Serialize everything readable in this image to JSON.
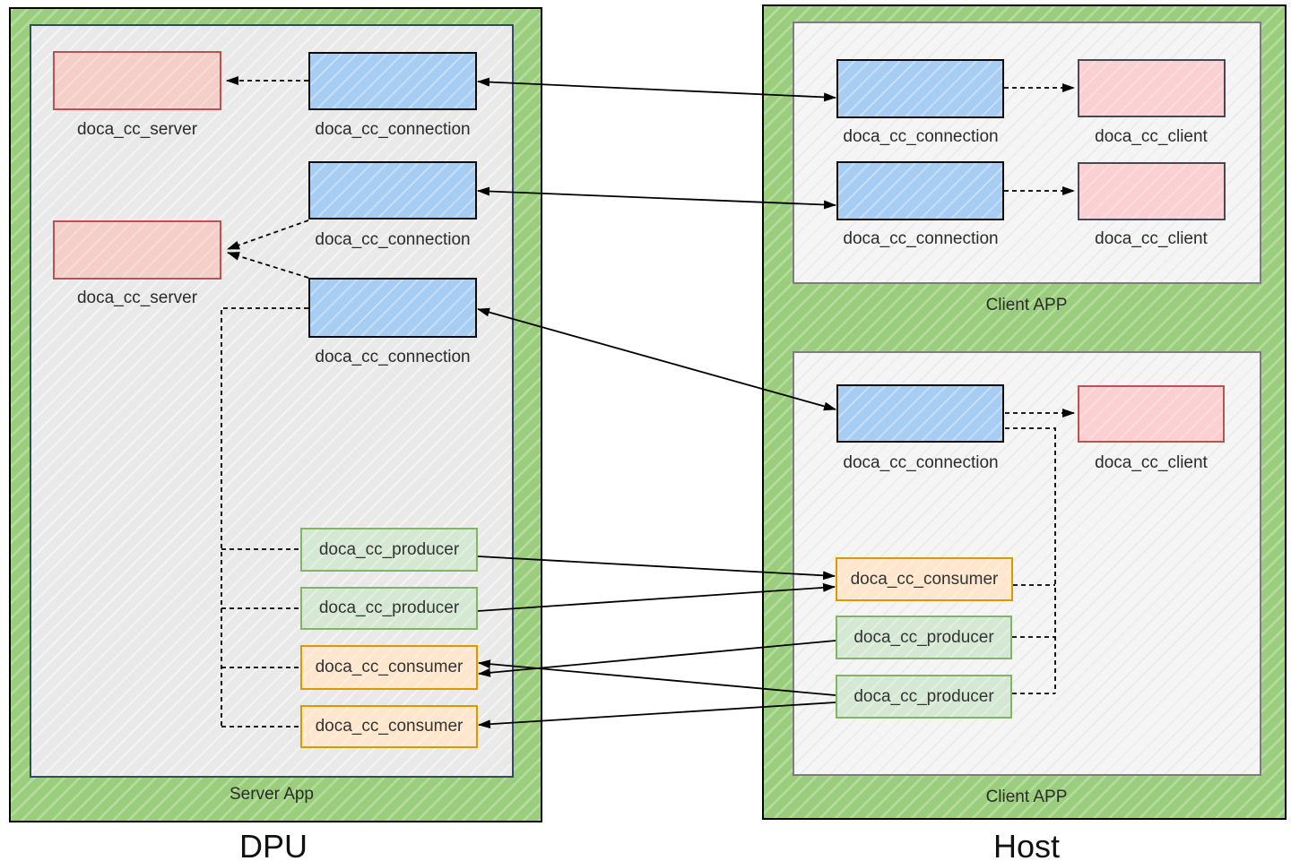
{
  "dpu": {
    "title": "DPU",
    "server_app": {
      "label": "Server App",
      "servers": [
        "doca_cc_server",
        "doca_cc_server"
      ],
      "connections": [
        "doca_cc_connection",
        "doca_cc_connection",
        "doca_cc_connection"
      ],
      "producers": [
        "doca_cc_producer",
        "doca_cc_producer"
      ],
      "consumers": [
        "doca_cc_consumer",
        "doca_cc_consumer"
      ]
    }
  },
  "host": {
    "title": "Host",
    "client_apps": [
      {
        "label": "Client APP",
        "connections": [
          "doca_cc_connection",
          "doca_cc_connection"
        ],
        "clients": [
          "doca_cc_client",
          "doca_cc_client"
        ]
      },
      {
        "label": "Client APP",
        "connections": [
          "doca_cc_connection"
        ],
        "clients": [
          "doca_cc_client"
        ],
        "consumers": [
          "doca_cc_consumer"
        ],
        "producers": [
          "doca_cc_producer",
          "doca_cc_producer"
        ]
      }
    ]
  },
  "colors": {
    "container_green": "#9bce7c",
    "server_app_gray": "#e9e9e9",
    "client_app_white": "#f5f5f5",
    "connection_blue": "#a7cdf2",
    "server_red_fill": "#f5cdc9",
    "server_red_border": "#b85450",
    "client_pink_fill": "#fbd0d2",
    "producer_green_fill": "#d5e8d4",
    "producer_green_border": "#82b366",
    "consumer_orange_fill": "#ffe6cc",
    "consumer_orange_border": "#d79b00"
  },
  "edges": [
    {
      "from": "dpu.connection.0",
      "to": "dpu.server.0",
      "style": "dashed-arrow"
    },
    {
      "from": "dpu.connection.1",
      "to": "dpu.server.1",
      "style": "dashed-arrow"
    },
    {
      "from": "dpu.connection.2",
      "to": "dpu.server.1",
      "style": "dashed-arrow"
    },
    {
      "from": "dpu.connection.2",
      "to": "dpu.producer.0",
      "style": "dashed-tree"
    },
    {
      "from": "dpu.connection.2",
      "to": "dpu.producer.1",
      "style": "dashed-tree"
    },
    {
      "from": "dpu.connection.2",
      "to": "dpu.consumer.0",
      "style": "dashed-tree"
    },
    {
      "from": "dpu.connection.2",
      "to": "dpu.consumer.1",
      "style": "dashed-tree"
    },
    {
      "from": "dpu.connection.0",
      "to": "host.app0.connection.0",
      "style": "solid-double-arrow"
    },
    {
      "from": "dpu.connection.1",
      "to": "host.app0.connection.1",
      "style": "solid-double-arrow"
    },
    {
      "from": "dpu.connection.2",
      "to": "host.app1.connection.0",
      "style": "solid-double-arrow"
    },
    {
      "from": "host.app0.connection.0",
      "to": "host.app0.client.0",
      "style": "dashed-arrow"
    },
    {
      "from": "host.app0.connection.1",
      "to": "host.app0.client.1",
      "style": "dashed-arrow"
    },
    {
      "from": "host.app1.connection.0",
      "to": "host.app1.client.0",
      "style": "dashed-arrow"
    },
    {
      "from": "host.app1.connection.0",
      "to": "host.app1.consumer.0",
      "style": "dashed-tree"
    },
    {
      "from": "host.app1.connection.0",
      "to": "host.app1.producer.0",
      "style": "dashed-tree"
    },
    {
      "from": "host.app1.connection.0",
      "to": "host.app1.producer.1",
      "style": "dashed-tree"
    },
    {
      "from": "dpu.producer.0",
      "to": "host.app1.consumer.0",
      "style": "solid-arrow"
    },
    {
      "from": "dpu.producer.1",
      "to": "host.app1.consumer.0",
      "style": "solid-arrow"
    },
    {
      "from": "host.app1.producer.0",
      "to": "dpu.consumer.0",
      "style": "solid-arrow"
    },
    {
      "from": "host.app1.producer.1",
      "to": "dpu.consumer.0",
      "style": "solid-arrow"
    },
    {
      "from": "host.app1.producer.1",
      "to": "dpu.consumer.1",
      "style": "solid-arrow"
    }
  ]
}
